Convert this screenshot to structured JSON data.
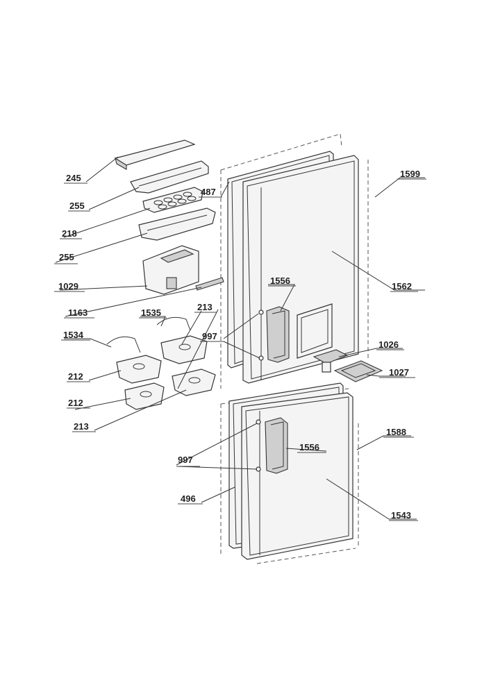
{
  "diagram": {
    "labels": [
      {
        "id": "l245",
        "text": "245"
      },
      {
        "id": "l255a",
        "text": "255"
      },
      {
        "id": "l218",
        "text": "218"
      },
      {
        "id": "l255b",
        "text": "255"
      },
      {
        "id": "l1029",
        "text": "1029"
      },
      {
        "id": "l1163",
        "text": "1163"
      },
      {
        "id": "l1535",
        "text": "1535"
      },
      {
        "id": "l213a",
        "text": "213"
      },
      {
        "id": "l1534",
        "text": "1534"
      },
      {
        "id": "l212a",
        "text": "212"
      },
      {
        "id": "l212b",
        "text": "212"
      },
      {
        "id": "l213b",
        "text": "213"
      },
      {
        "id": "l487",
        "text": "487"
      },
      {
        "id": "l1599",
        "text": "1599"
      },
      {
        "id": "l1556a",
        "text": "1556"
      },
      {
        "id": "l1562",
        "text": "1562"
      },
      {
        "id": "l997a",
        "text": "997"
      },
      {
        "id": "l1026",
        "text": "1026"
      },
      {
        "id": "l1027",
        "text": "1027"
      },
      {
        "id": "l1588",
        "text": "1588"
      },
      {
        "id": "l1556b",
        "text": "1556"
      },
      {
        "id": "l997b",
        "text": "997"
      },
      {
        "id": "l496",
        "text": "496"
      },
      {
        "id": "l1543",
        "text": "1543"
      }
    ]
  }
}
